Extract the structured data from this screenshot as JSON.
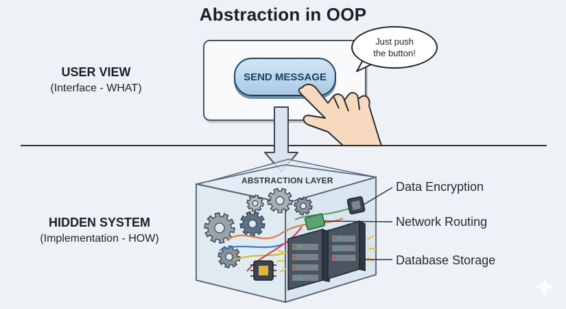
{
  "title": "Abstraction in OOP",
  "user_view": {
    "heading": "USER VIEW",
    "subheading": "(Interface - WHAT)"
  },
  "hidden_system": {
    "heading": "HIDDEN SYSTEM",
    "subheading": "(Implementation - HOW)"
  },
  "interface": {
    "button_label": "SEND MESSAGE",
    "speech_line1": "Just push",
    "speech_line2": "the button!"
  },
  "abstraction_layer_label": "ABSTRACTION LAYER",
  "components": [
    {
      "label": "Data Encryption"
    },
    {
      "label": "Network Routing"
    },
    {
      "label": "Database Storage"
    }
  ],
  "colors": {
    "background": "#eef2f6",
    "button": "#a9cae5",
    "chip_green": "#5aa36b",
    "server": "#4a5562",
    "led_red": "#e0453a",
    "led_yellow": "#f2c230"
  },
  "icons": [
    "hand-pointer-icon",
    "gear-icon",
    "cpu-chip-icon",
    "server-rack-icon",
    "down-arrow-icon"
  ]
}
